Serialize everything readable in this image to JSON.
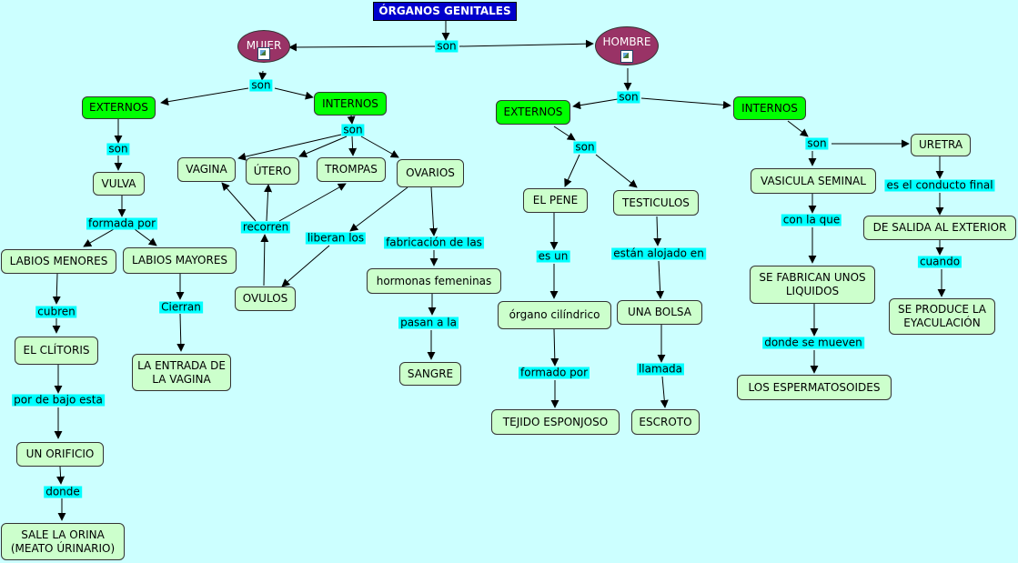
{
  "concepts": {
    "title": "ÓRGANOS GENITALES",
    "mujer": "MUJER",
    "hombre": "HOMBRE",
    "f_externos": "EXTERNOS",
    "f_internos": "INTERNOS",
    "vulva": "VULVA",
    "labios_menores": "LABIOS MENORES",
    "labios_mayores": "LABIOS MAYORES",
    "clitoris": "EL CLÍTORIS",
    "entrada_vagina": "LA ENTRADA DE LA VAGINA",
    "orificio": "UN ORIFICIO",
    "orina": "SALE LA ORINA (MEATO ÚRINARIO)",
    "vagina": "VAGINA",
    "utero": "ÚTERO",
    "trompas": "TROMPAS",
    "ovarios": "OVARIOS",
    "ovulos": "OVULOS",
    "hormonas": "hormonas femeninas",
    "sangre": "SANGRE",
    "m_externos": "EXTERNOS",
    "m_internos": "INTERNOS",
    "pene": "EL PENE",
    "testiculos": "TESTICULOS",
    "organo": "órgano cilíndrico",
    "bolsa": "UNA BOLSA",
    "tejido": "TEJIDO ESPONJOSO",
    "escroto": "ESCROTO",
    "vesicula": "VASICULA SEMINAL",
    "liquidos": "SE FABRICAN UNOS LIQUIDOS",
    "espermatozoides": "LOS ESPERMATOSOIDES",
    "uretra": "URETRA",
    "salida": "DE SALIDA AL EXTERIOR",
    "eyaculacion": "SE PRODUCE LA EYACULACIÓN"
  },
  "phrases": {
    "son_top": "son",
    "son_mujer": "son",
    "son_f_externos": "son",
    "formada_por": "formada por",
    "cubren": "cubren",
    "cierran": "Cierran",
    "por_debajo": "por de bajo esta",
    "donde": "donde",
    "son_f_internos": "son",
    "recorren": "recorren",
    "liberan": "liberan los",
    "fabricacion": "fabricación de las",
    "pasan": "pasan a la",
    "son_hombre": "son",
    "son_m_externos": "son",
    "es_un": "es un",
    "formado_por": "formado por",
    "alojado": "están alojado en",
    "llamada": "llamada",
    "son_m_internos": "son",
    "con_la_que": "con la que",
    "donde_mueven": "donde se mueven",
    "conducto": "es el conducto final",
    "cuando": "cuando"
  }
}
